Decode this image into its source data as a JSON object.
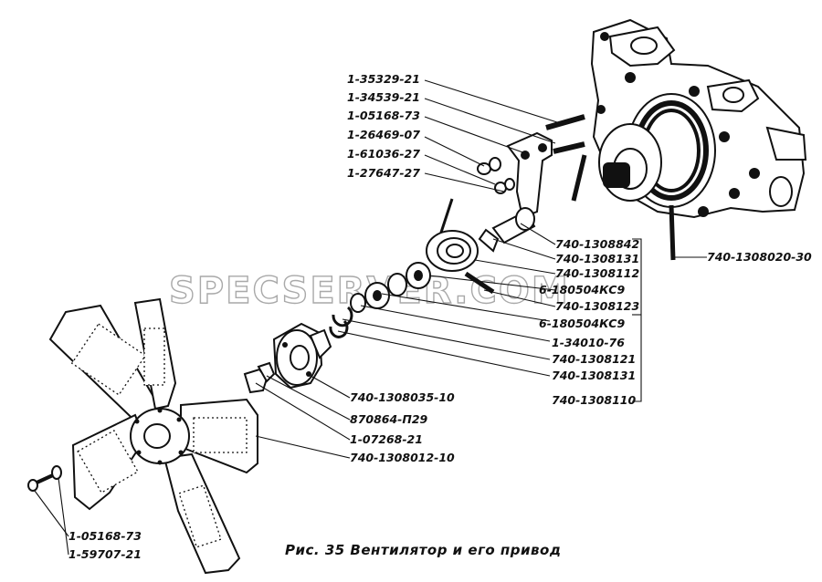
{
  "caption": "Рис. 35 Вентилятор и его привод",
  "watermark": "SPECSERVER.COM",
  "labels": {
    "l01": "1-35329-21",
    "l02": "1-34539-21",
    "l03": "1-05168-73",
    "l04": "1-26469-07",
    "l05": "1-61036-27",
    "l06": "1-27647-27",
    "l07": "740-1308842",
    "l08": "740-1308131",
    "l09": "740-1308112",
    "l10": "6-180504КС9",
    "l11": "740-1308123",
    "l12": "6-180504КС9",
    "l13": "1-34010-76",
    "l14": "740-1308121",
    "l15": "740-1308131",
    "l16": "740-1308110",
    "l17": "740-1308020-30",
    "l18": "740-1308035-10",
    "l19": "870864-П29",
    "l20": "1-07268-21",
    "l21": "740-1308012-10",
    "l22": "1-05168-73",
    "l23": "1-59707-21"
  }
}
